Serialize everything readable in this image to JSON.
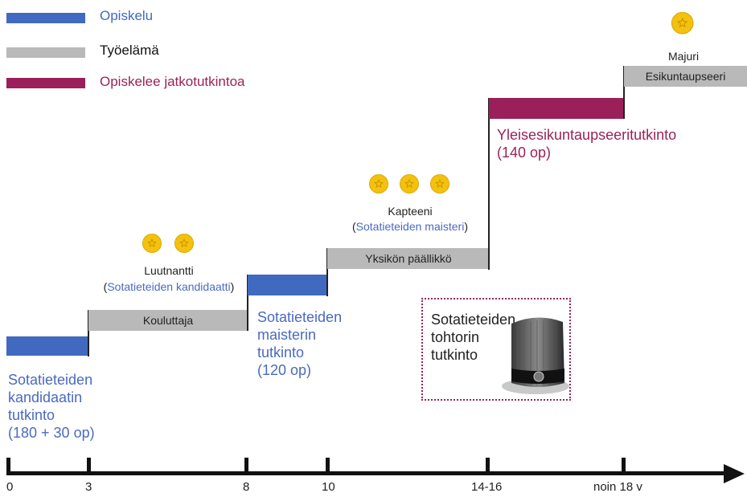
{
  "colors": {
    "study": "#4069c0",
    "work": "#b9b9b9",
    "postgrad": "#9b1f58",
    "axis": "#111111",
    "star": "#f3c10e"
  },
  "legend": [
    {
      "label": "Opiskelu",
      "color": "#4069c0"
    },
    {
      "label": "Työelämä",
      "color": "#b9b9b9"
    },
    {
      "label": "Opiskelee jatkotutkintoa",
      "color": "#9b1f58"
    }
  ],
  "work_bars": {
    "kouluttaja": "Kouluttaja",
    "yksikon_paallikko": "Yksikön päällikkö",
    "esikuntaupseeri": "Esikuntaupseeri"
  },
  "ranks": {
    "luutnantti": {
      "title": "Luutnantti",
      "degree": "Sotatieteiden kandidaatti",
      "stars": 2,
      "icon": "star-rosette-icon"
    },
    "kapteeni": {
      "title": "Kapteeni",
      "degree": "Sotatieteiden maisteri",
      "stars": 3,
      "icon": "star-rosette-icon"
    },
    "majuri": {
      "title": "Majuri",
      "stars": 1,
      "icon": "star-rosette-icon"
    }
  },
  "degrees": {
    "kandidaatti": [
      "Sotatieteiden",
      "kandidaatin",
      "tutkinto",
      "(180 + 30 op)"
    ],
    "maisteri": [
      "Sotatieteiden",
      "maisterin",
      "tutkinto",
      "(120 op)"
    ],
    "yleisesikunta": [
      "Yleisesikuntaupseeritutkinto",
      "(140 op)"
    ],
    "tohtori": [
      "Sotatieteiden",
      "tohtorin",
      "tutkinto"
    ]
  },
  "tohtori_icon": "doctoral-hat-icon",
  "timeline": {
    "ticks": [
      "0",
      "3",
      "8",
      "10",
      "14-16",
      "noin 18 v"
    ]
  }
}
